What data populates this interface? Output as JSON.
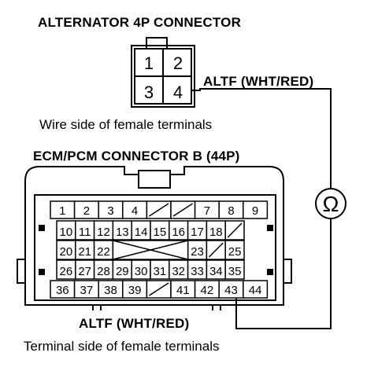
{
  "alternator": {
    "title": "ALTERNATOR 4P CONNECTOR",
    "pins": [
      "1",
      "2",
      "3",
      "4"
    ],
    "wire_label": "ALTF (WHT/RED)",
    "caption": "Wire side of female terminals"
  },
  "ecm": {
    "title": "ECM/PCM CONNECTOR B (44P)",
    "wire_label": "ALTF (WHT/RED)",
    "caption": "Terminal side of female terminals",
    "rows": [
      [
        "1",
        "2",
        "3",
        "4",
        "",
        "",
        "7",
        "8",
        "9"
      ],
      [
        "10",
        "11",
        "12",
        "13",
        "14",
        "15",
        "16",
        "17",
        "18",
        ""
      ],
      [
        "20",
        "21",
        "22",
        "",
        "",
        "",
        "",
        "23",
        "",
        "25"
      ],
      [
        "26",
        "27",
        "28",
        "29",
        "30",
        "31",
        "32",
        "33",
        "34",
        "35"
      ],
      [
        "36",
        "37",
        "38",
        "39",
        "",
        "41",
        "42",
        "43",
        "44"
      ]
    ]
  },
  "meter": {
    "symbol": "Ω"
  }
}
